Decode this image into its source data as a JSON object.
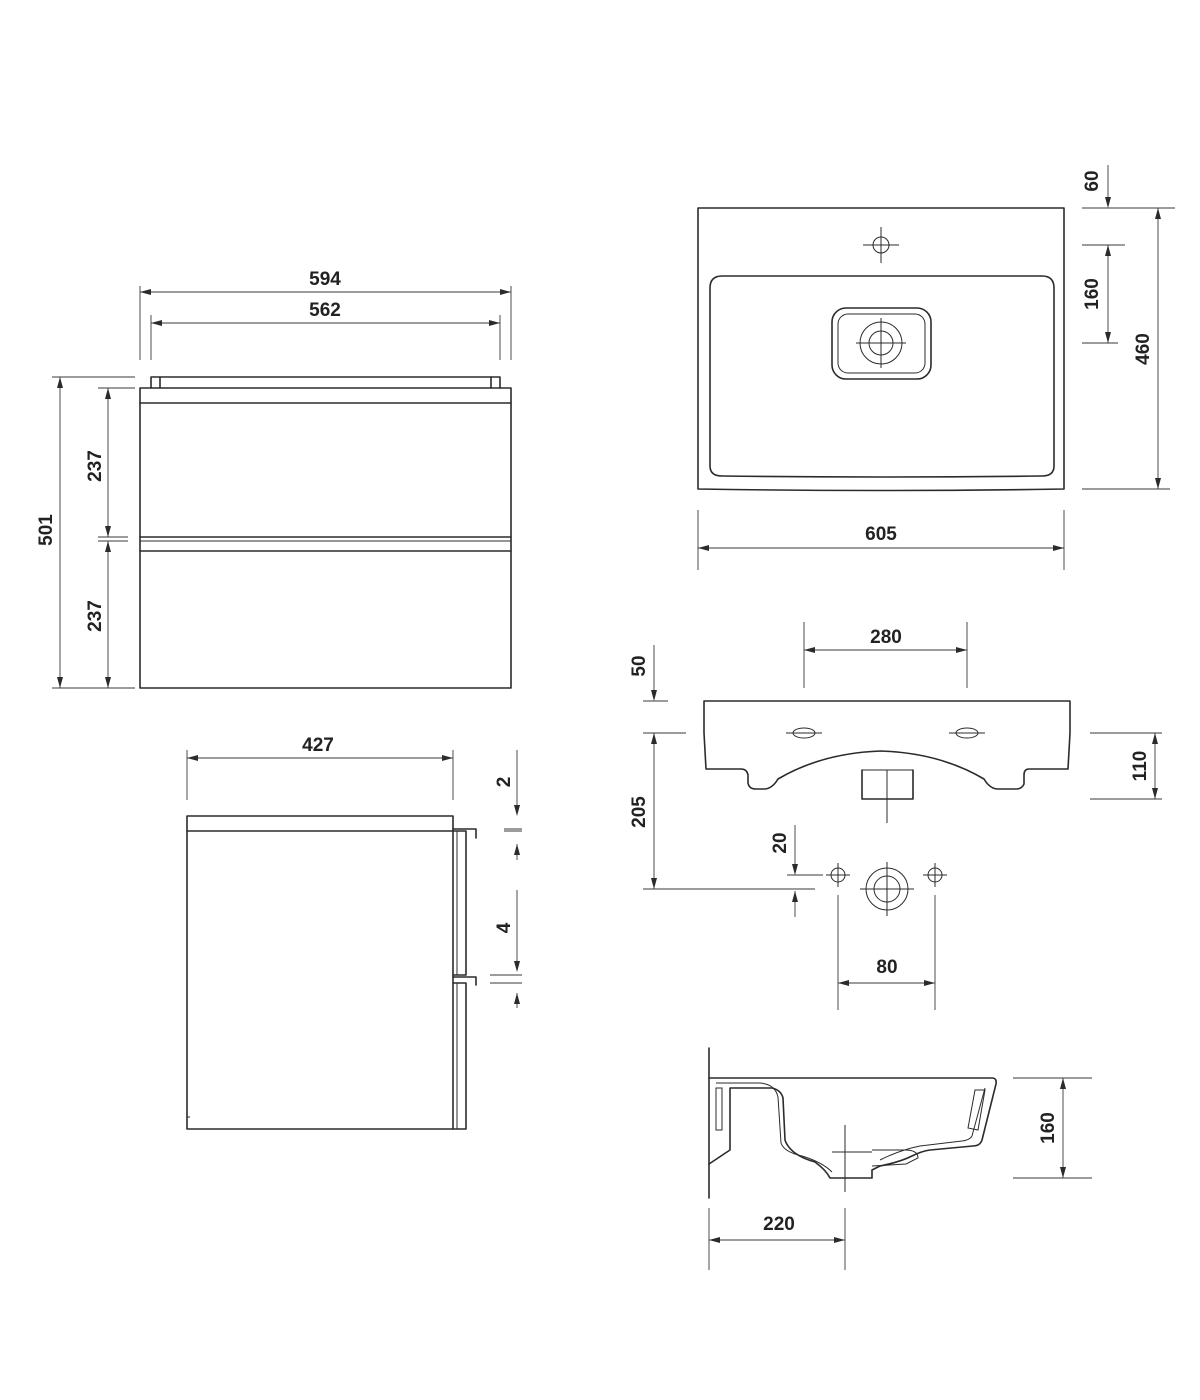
{
  "dimensions": {
    "cabinet_front": {
      "width_outer": "594",
      "width_inner": "562",
      "height_total": "501",
      "drawer_top": "237",
      "drawer_bottom": "237"
    },
    "cabinet_side": {
      "depth": "427",
      "gap_top": "2",
      "gap_drawer": "4"
    },
    "basin_top": {
      "width": "605",
      "depth": "460",
      "tap_offset": "60",
      "tap_to_drain": "160"
    },
    "basin_front": {
      "mount_spacing": "280",
      "rim_height": "50",
      "height": "110",
      "drain_height": "205",
      "hole_offset": "20",
      "hole_spacing": "80"
    },
    "basin_section": {
      "depth": "160",
      "drain_offset": "220"
    }
  }
}
